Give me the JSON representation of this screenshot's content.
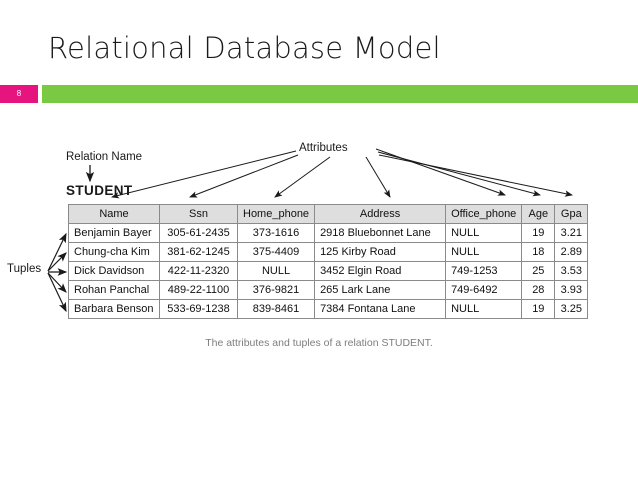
{
  "slide": {
    "title": "Relational Database Model",
    "number": "8",
    "accent_color": "#7ac943",
    "badge_color": "#e5147f"
  },
  "figure": {
    "labels": {
      "relation_name": "Relation Name",
      "relation_value": "STUDENT",
      "attributes": "Attributes",
      "tuples": "Tuples"
    },
    "caption": "The attributes and tuples of a relation STUDENT.",
    "table": {
      "header_bg": "#dedede",
      "border_color": "#8a8a8a",
      "columns": [
        "Name",
        "Ssn",
        "Home_phone",
        "Address",
        "Office_phone",
        "Age",
        "Gpa"
      ],
      "rows": [
        {
          "name": "Benjamin Bayer",
          "ssn": "305-61-2435",
          "home_phone": "373-1616",
          "address": "2918 Bluebonnet Lane",
          "office_phone": "NULL",
          "age": "19",
          "gpa": "3.21"
        },
        {
          "name": "Chung-cha Kim",
          "ssn": "381-62-1245",
          "home_phone": "375-4409",
          "address": "125 Kirby Road",
          "office_phone": "NULL",
          "age": "18",
          "gpa": "2.89"
        },
        {
          "name": "Dick Davidson",
          "ssn": "422-11-2320",
          "home_phone": "NULL",
          "address": "3452 Elgin Road",
          "office_phone": "749-1253",
          "age": "25",
          "gpa": "3.53"
        },
        {
          "name": "Rohan Panchal",
          "ssn": "489-22-1100",
          "home_phone": "376-9821",
          "address": "265 Lark Lane",
          "office_phone": "749-6492",
          "age": "28",
          "gpa": "3.93"
        },
        {
          "name": "Barbara Benson",
          "ssn": "533-69-1238",
          "home_phone": "839-8461",
          "address": "7384 Fontana Lane",
          "office_phone": "NULL",
          "age": "19",
          "gpa": "3.25"
        }
      ]
    }
  }
}
